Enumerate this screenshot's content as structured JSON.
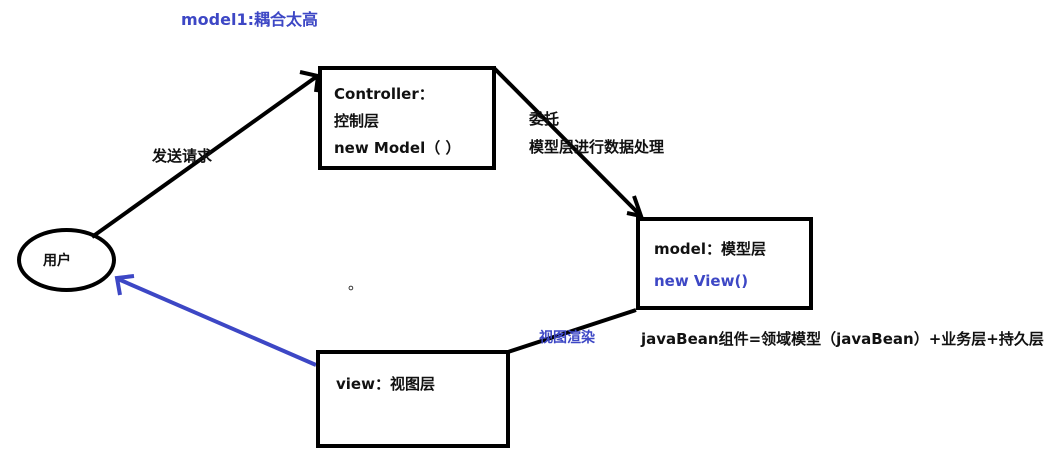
{
  "title": "model1:耦合太高",
  "colors": {
    "black": "#000000",
    "blue": "#3d47c5"
  },
  "nodes": {
    "user": {
      "label": "用户"
    },
    "controller": {
      "lines": [
        "Controller：",
        "控制层",
        "new Model（ ）"
      ]
    },
    "model": {
      "line1": "model：模型层",
      "line2": "new View()"
    },
    "view": {
      "label": "view：视图层"
    }
  },
  "edges": {
    "send_request": "发送请求",
    "delegate": [
      "委托",
      "模型层进行数据处理"
    ],
    "render": "视图渲染"
  },
  "notes": {
    "javabean": "javaBean组件=领域模型（javaBean）+业务层+持久层",
    "dot": "。"
  }
}
